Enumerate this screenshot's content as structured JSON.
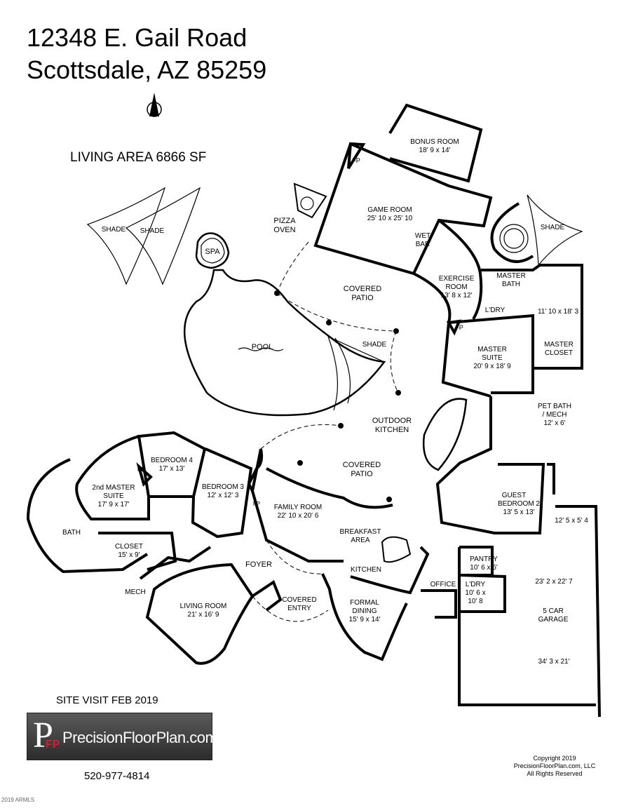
{
  "address": {
    "line1": "12348 E. Gail Road",
    "line2": "Scottsdale, AZ  85259"
  },
  "living_area": "LIVING AREA   6866 SF",
  "site_visit": "SITE VISIT  FEB 2019",
  "phone": "520-977-4814",
  "logo": {
    "initials": "P",
    "sub_initials": "FP",
    "text": "PrecisionFloorPlan.com"
  },
  "copyright": {
    "line1": "Copyright 2019",
    "line2": "PrecisionFloorPlan.com, LLC",
    "line3": "All Rights Reserved"
  },
  "mls_mark": "2019 ARMLS",
  "north_icon": "north-arrow-icon",
  "rooms": {
    "bonus_room": {
      "name": "BONUS ROOM",
      "size": "18' 9 x 14'"
    },
    "game_room": {
      "name": "GAME ROOM",
      "size": "25' 10 x 25' 10"
    },
    "fp": "FP",
    "pizza_oven": {
      "line1": "PIZZA",
      "line2": "OVEN"
    },
    "wet_bar": {
      "line1": "WET",
      "line2": "BAR"
    },
    "shade": "SHADE",
    "spa": "SPA",
    "covered_patio": {
      "line1": "COVERED",
      "line2": "PATIO"
    },
    "exercise_room": {
      "line1": "EXERCISE",
      "line2": "ROOM",
      "size": "13' 8 x 12'"
    },
    "master_bath": {
      "line1": "MASTER",
      "line2": "BATH"
    },
    "laundry": "L'DRY",
    "master_closet": {
      "size": "11' 10 x 18' 3",
      "line1": "MASTER",
      "line2": "CLOSET"
    },
    "pool": "POOL",
    "master_suite": {
      "line1": "MASTER",
      "line2": "SUITE",
      "size": "20' 9 x 18' 9"
    },
    "pet_bath": {
      "line1": "PET BATH",
      "line2": "/ MECH",
      "size": "12' x 6'"
    },
    "outdoor_kitchen": {
      "line1": "OUTDOOR",
      "line2": "KITCHEN"
    },
    "bedroom4": {
      "name": "BEDROOM 4",
      "size": "17' x 13'"
    },
    "second_master": {
      "line1": "2nd MASTER",
      "line2": "SUITE",
      "size": "17' 9 x 17'"
    },
    "bedroom3": {
      "name": "BEDROOM 3",
      "size": "12' x 12' 3"
    },
    "family_room": {
      "name": "FAMILY ROOM",
      "size": "22' 10 x 20' 6"
    },
    "guest_bedroom": {
      "line1": "GUEST",
      "line2": "BEDROOM 2",
      "size": "13' 5 x 13'"
    },
    "bath": "BATH",
    "closet": {
      "name": "CLOSET",
      "size": "15' x 9'"
    },
    "breakfast": {
      "line1": "BREAKFAST",
      "line2": "AREA"
    },
    "garage_ext": "12' 5 x 5' 4",
    "pantry": {
      "name": "PANTRY",
      "size": "10' 6 x 6'"
    },
    "foyer": "FOYER",
    "kitchen": "KITCHEN",
    "garage_top": "23' 2 x 22' 7",
    "mech": "MECH",
    "office": "OFFICE",
    "laundry2": {
      "name": "L'DRY",
      "size1": "10' 6 x",
      "size2": "10' 8"
    },
    "living_room": {
      "name": "LIVING ROOM",
      "size": "21' x 16' 9"
    },
    "covered_entry": {
      "line1": "COVERED",
      "line2": "ENTRY"
    },
    "formal_dining": {
      "line1": "FORMAL",
      "line2": "DINING",
      "size": "15' 9 x 14'"
    },
    "garage": {
      "line1": "5 CAR",
      "line2": "GARAGE",
      "size": "34' 3 x 21'"
    }
  }
}
